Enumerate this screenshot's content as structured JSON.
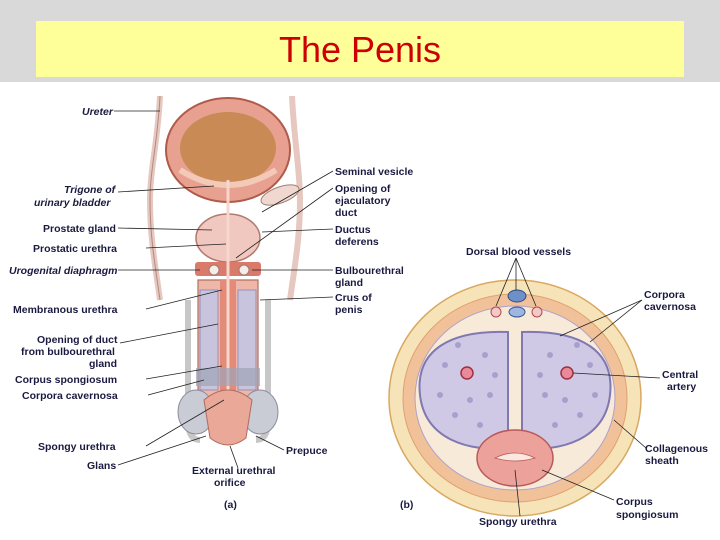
{
  "slide": {
    "title": "The Penis"
  },
  "left_panel": {
    "caption": "(a)",
    "labels": {
      "ureter": "Ureter",
      "trigone_1": "Trigone of",
      "trigone_2": "urinary bladder",
      "prostate_gland": "Prostate gland",
      "prostatic_urethra": "Prostatic urethra",
      "urogenital_diaphragm": "Urogenital diaphragm",
      "membranous_urethra": "Membranous urethra",
      "opening_duct_1": "Opening of duct",
      "opening_duct_2": "from bulbourethral",
      "opening_duct_3": "gland",
      "corpus_spongiosum": "Corpus spongiosum",
      "corpora_cavernosa": "Corpora cavernosa",
      "spongy_urethra": "Spongy urethra",
      "glans": "Glans",
      "external_orifice_1": "External urethral",
      "external_orifice_2": "orifice",
      "prepuce": "Prepuce",
      "seminal_vesicle": "Seminal vesicle",
      "opening_ejac_1": "Opening of",
      "opening_ejac_2": "ejaculatory",
      "opening_ejac_3": "duct",
      "ductus_1": "Ductus",
      "ductus_2": "deferens",
      "bulbourethral_1": "Bulbourethral",
      "bulbourethral_2": "gland",
      "crus_1": "Crus of",
      "crus_2": "penis"
    }
  },
  "right_panel": {
    "caption": "(b)",
    "labels": {
      "dorsal_vessels": "Dorsal blood vessels",
      "corpora_cavernosa_1": "Corpora",
      "corpora_cavernosa_2": "cavernosa",
      "central_artery_1": "Central",
      "central_artery_2": "artery",
      "collagenous_1": "Collagenous",
      "collagenous_2": "sheath",
      "corpus_spong_1": "Corpus",
      "corpus_spong_2": "spongiosum",
      "spongy_urethra": "Spongy urethra"
    }
  },
  "colors": {
    "title_text": "#cc0000",
    "title_box": "#ffff99",
    "top_band": "#d9d9d9",
    "tissue_pink": "#e79a8a",
    "cavernosa_lavender": "#cfc9e6",
    "sheath_yellow": "#f3d7a0"
  }
}
